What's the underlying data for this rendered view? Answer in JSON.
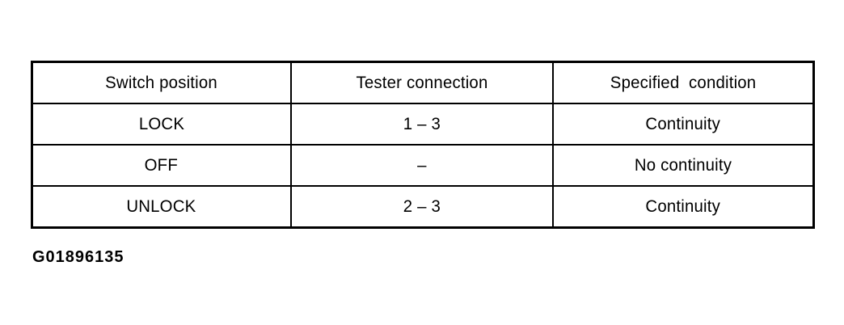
{
  "document": {
    "background_color": "#ffffff",
    "text_color": "#000000",
    "caption": "G01896135"
  },
  "table": {
    "name": "switch-continuity-specification-table",
    "border_color": "#000000",
    "columns": [
      "Switch position",
      "Tester connection",
      "Specified  condition"
    ],
    "rows": [
      {
        "switch_position": "LOCK",
        "tester_connection": "1 – 3",
        "specified_condition": "Continuity"
      },
      {
        "switch_position": "OFF",
        "tester_connection": "–",
        "specified_condition": "No continuity"
      },
      {
        "switch_position": "UNLOCK",
        "tester_connection": "2 – 3",
        "specified_condition": "Continuity"
      }
    ]
  }
}
